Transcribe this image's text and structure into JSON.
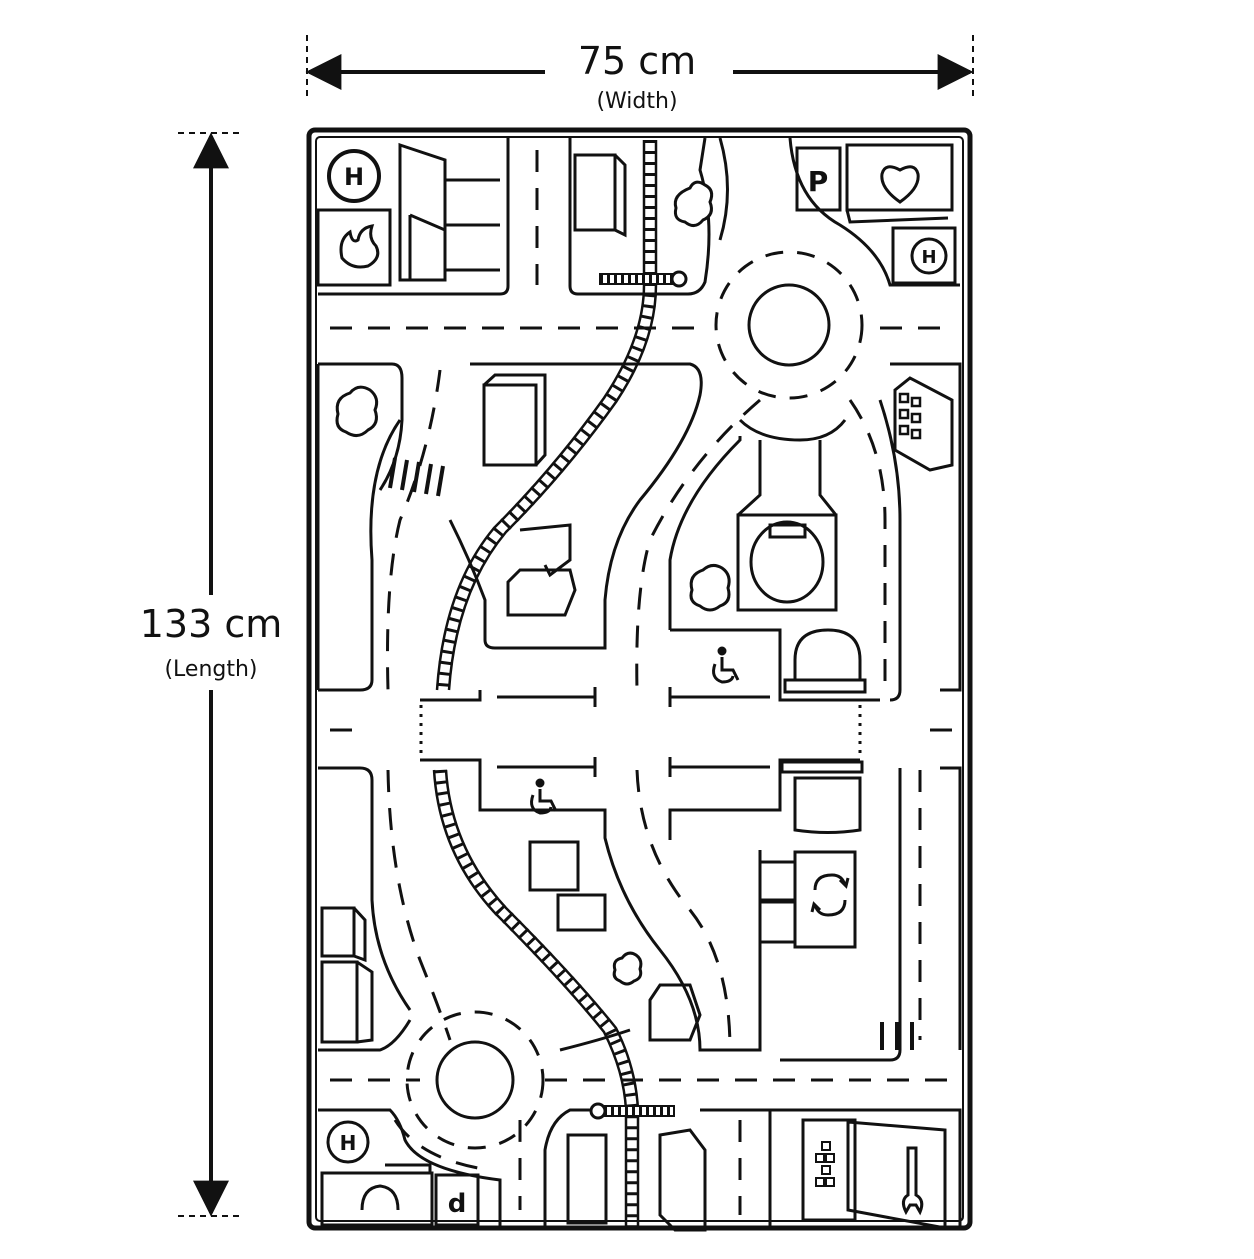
{
  "dimensions": {
    "width_value": "75 cm",
    "width_caption": "(Width)",
    "length_value": "133 cm",
    "length_caption": "(Length)"
  },
  "map_labels": {
    "hospital_top_left": "H",
    "parking": "P",
    "hospital_top_right": "H",
    "hospital_bottom_left": "H",
    "shop_letter": "d"
  },
  "icons": [
    "hospital-icon",
    "fire-station-icon",
    "parking-icon",
    "heart-icon",
    "wheelchair-icon",
    "recycle-icon",
    "wrench-icon",
    "tree-icon",
    "railway-track-icon",
    "roundabout-icon",
    "crosswalk-icon",
    "building-icon"
  ],
  "colors": {
    "line": "#111111",
    "background": "#ffffff"
  }
}
